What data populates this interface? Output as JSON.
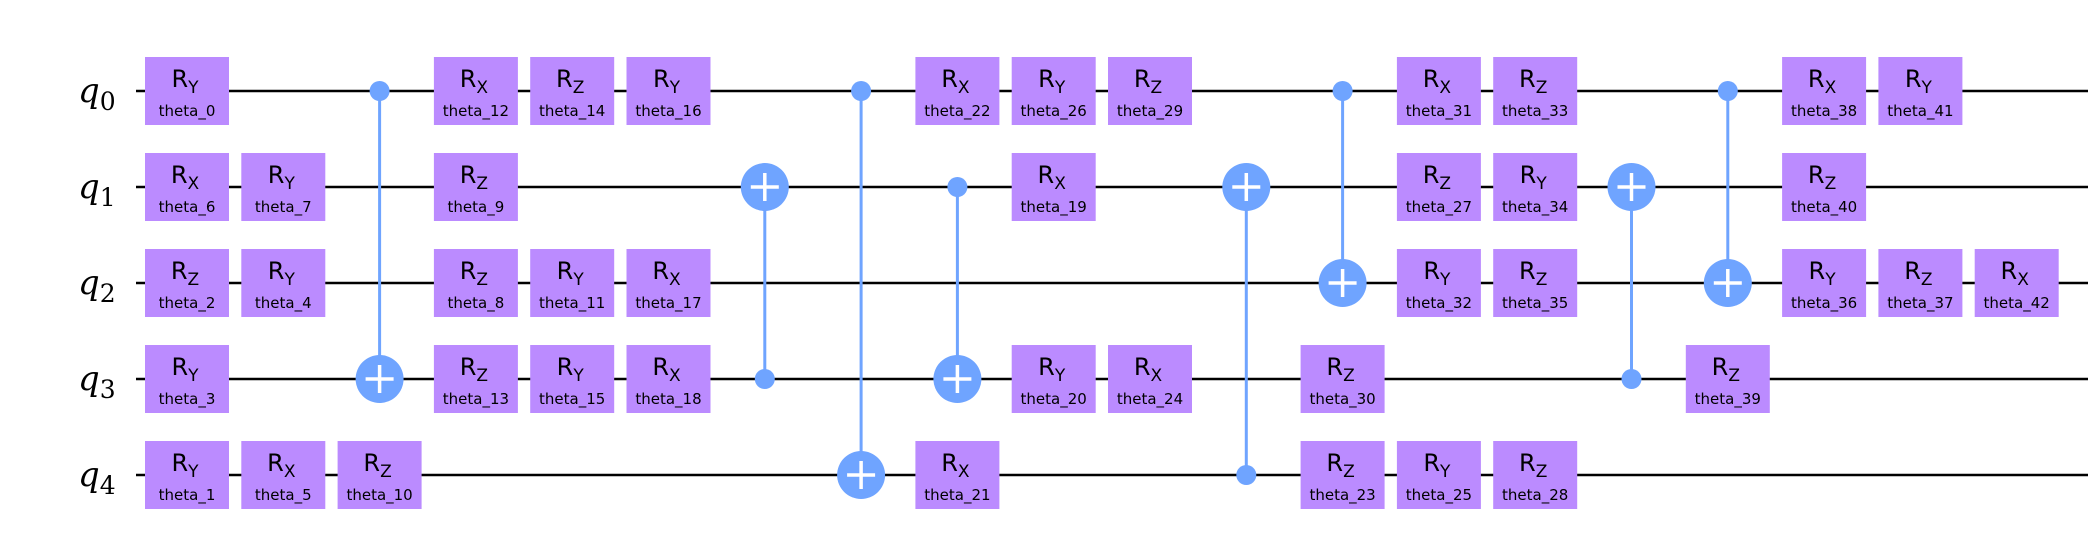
{
  "qubits": [
    {
      "letter": "q",
      "index": "0"
    },
    {
      "letter": "q",
      "index": "1"
    },
    {
      "letter": "q",
      "index": "2"
    },
    {
      "letter": "q",
      "index": "3"
    },
    {
      "letter": "q",
      "index": "4"
    }
  ],
  "colors": {
    "gate": "#bb8bff",
    "control": "#6fa4ff",
    "wire": "#000000"
  },
  "gates": [
    {
      "col": 0,
      "qubit": 0,
      "axis": "Y",
      "param": "theta_0"
    },
    {
      "col": 0,
      "qubit": 1,
      "axis": "X",
      "param": "theta_6"
    },
    {
      "col": 0,
      "qubit": 2,
      "axis": "Z",
      "param": "theta_2"
    },
    {
      "col": 0,
      "qubit": 3,
      "axis": "Y",
      "param": "theta_3"
    },
    {
      "col": 0,
      "qubit": 4,
      "axis": "Y",
      "param": "theta_1"
    },
    {
      "col": 1,
      "qubit": 1,
      "axis": "Y",
      "param": "theta_7"
    },
    {
      "col": 1,
      "qubit": 2,
      "axis": "Y",
      "param": "theta_4"
    },
    {
      "col": 1,
      "qubit": 4,
      "axis": "X",
      "param": "theta_5"
    },
    {
      "col": 2,
      "qubit": 4,
      "axis": "Z",
      "param": "theta_10"
    },
    {
      "col": 3,
      "qubit": 0,
      "axis": "X",
      "param": "theta_12"
    },
    {
      "col": 3,
      "qubit": 1,
      "axis": "Z",
      "param": "theta_9"
    },
    {
      "col": 3,
      "qubit": 2,
      "axis": "Z",
      "param": "theta_8"
    },
    {
      "col": 3,
      "qubit": 3,
      "axis": "Z",
      "param": "theta_13"
    },
    {
      "col": 4,
      "qubit": 0,
      "axis": "Z",
      "param": "theta_14"
    },
    {
      "col": 4,
      "qubit": 2,
      "axis": "Y",
      "param": "theta_11"
    },
    {
      "col": 4,
      "qubit": 3,
      "axis": "Y",
      "param": "theta_15"
    },
    {
      "col": 5,
      "qubit": 0,
      "axis": "Y",
      "param": "theta_16"
    },
    {
      "col": 5,
      "qubit": 2,
      "axis": "X",
      "param": "theta_17"
    },
    {
      "col": 5,
      "qubit": 3,
      "axis": "X",
      "param": "theta_18"
    },
    {
      "col": 8,
      "qubit": 0,
      "axis": "X",
      "param": "theta_22"
    },
    {
      "col": 8,
      "qubit": 4,
      "axis": "X",
      "param": "theta_21"
    },
    {
      "col": 9,
      "qubit": 0,
      "axis": "Y",
      "param": "theta_26"
    },
    {
      "col": 9,
      "qubit": 1,
      "axis": "X",
      "param": "theta_19"
    },
    {
      "col": 9,
      "qubit": 3,
      "axis": "Y",
      "param": "theta_20"
    },
    {
      "col": 10,
      "qubit": 0,
      "axis": "Z",
      "param": "theta_29"
    },
    {
      "col": 10,
      "qubit": 3,
      "axis": "X",
      "param": "theta_24"
    },
    {
      "col": 12,
      "qubit": 3,
      "axis": "Z",
      "param": "theta_30"
    },
    {
      "col": 12,
      "qubit": 4,
      "axis": "Z",
      "param": "theta_23"
    },
    {
      "col": 13,
      "qubit": 0,
      "axis": "X",
      "param": "theta_31"
    },
    {
      "col": 13,
      "qubit": 1,
      "axis": "Z",
      "param": "theta_27"
    },
    {
      "col": 13,
      "qubit": 2,
      "axis": "Y",
      "param": "theta_32"
    },
    {
      "col": 13,
      "qubit": 4,
      "axis": "Y",
      "param": "theta_25"
    },
    {
      "col": 14,
      "qubit": 0,
      "axis": "Z",
      "param": "theta_33"
    },
    {
      "col": 14,
      "qubit": 1,
      "axis": "Y",
      "param": "theta_34"
    },
    {
      "col": 14,
      "qubit": 2,
      "axis": "Z",
      "param": "theta_35"
    },
    {
      "col": 14,
      "qubit": 4,
      "axis": "Z",
      "param": "theta_28"
    },
    {
      "col": 16,
      "qubit": 3,
      "axis": "Z",
      "param": "theta_39"
    },
    {
      "col": 17,
      "qubit": 0,
      "axis": "X",
      "param": "theta_38"
    },
    {
      "col": 17,
      "qubit": 1,
      "axis": "Z",
      "param": "theta_40"
    },
    {
      "col": 17,
      "qubit": 2,
      "axis": "Y",
      "param": "theta_36"
    },
    {
      "col": 18,
      "qubit": 0,
      "axis": "Y",
      "param": "theta_41"
    },
    {
      "col": 18,
      "qubit": 2,
      "axis": "Z",
      "param": "theta_37"
    },
    {
      "col": 19,
      "qubit": 2,
      "axis": "X",
      "param": "theta_42"
    }
  ],
  "cnots": [
    {
      "col": 2,
      "control": 0,
      "target": 3
    },
    {
      "col": 6,
      "control": 3,
      "target": 1
    },
    {
      "col": 7,
      "control": 0,
      "target": 4
    },
    {
      "col": 8,
      "control": 1,
      "target": 3
    },
    {
      "col": 11,
      "control": 4,
      "target": 1
    },
    {
      "col": 12,
      "control": 0,
      "target": 2
    },
    {
      "col": 15,
      "control": 3,
      "target": 1
    },
    {
      "col": 16,
      "control": 0,
      "target": 2
    }
  ]
}
